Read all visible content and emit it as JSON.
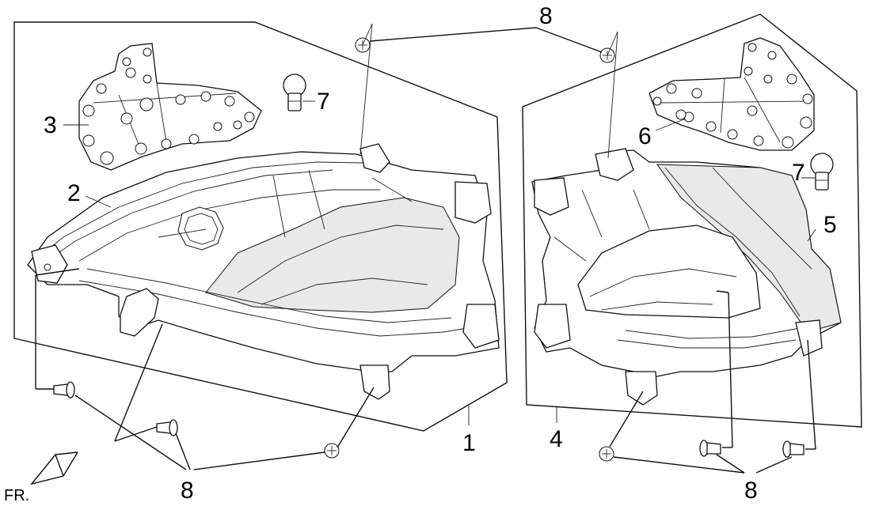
{
  "callouts": {
    "left_assembly": "1",
    "left_lens": "2",
    "left_socket_board": "3",
    "right_assembly": "4",
    "right_lens": "5",
    "right_socket_board": "6",
    "bulb_left": "7",
    "bulb_right": "7",
    "screw_top": "8",
    "screw_bottom_left": "8",
    "screw_bottom_right": "8"
  },
  "orientation": {
    "front_label": "FR."
  },
  "colors": {
    "ink": "#111111",
    "paper": "#ffffff"
  }
}
